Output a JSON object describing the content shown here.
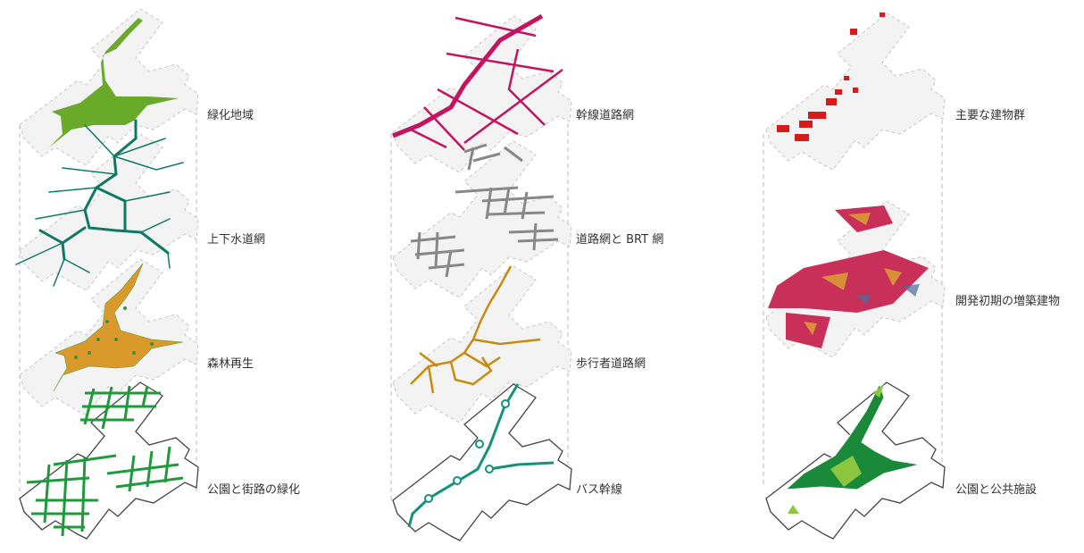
{
  "columns": [
    {
      "layers": [
        {
          "label": "緑化地域",
          "color": "#6aaa2a"
        },
        {
          "label": "上下水道網",
          "color": "#0f7a63"
        },
        {
          "label": "森林再生",
          "color": "#d99a2b"
        },
        {
          "label": "公園と街路の緑化",
          "color": "#1e9a3c"
        }
      ]
    },
    {
      "layers": [
        {
          "label": "幹線道路網",
          "color": "#c4135f"
        },
        {
          "label": "道路網と BRT 網",
          "color": "#888888"
        },
        {
          "label": "歩行者道路網",
          "color": "#c98a10"
        },
        {
          "label": "バス幹線",
          "color": "#14927a"
        }
      ]
    },
    {
      "layers": [
        {
          "label": "主要な建物群",
          "color": "#d81a1a"
        },
        {
          "label": "開発初期の増築建物",
          "color": "#c8305a"
        },
        {
          "label": "公園と公共施設",
          "color": "#1a8a3a"
        }
      ]
    }
  ]
}
